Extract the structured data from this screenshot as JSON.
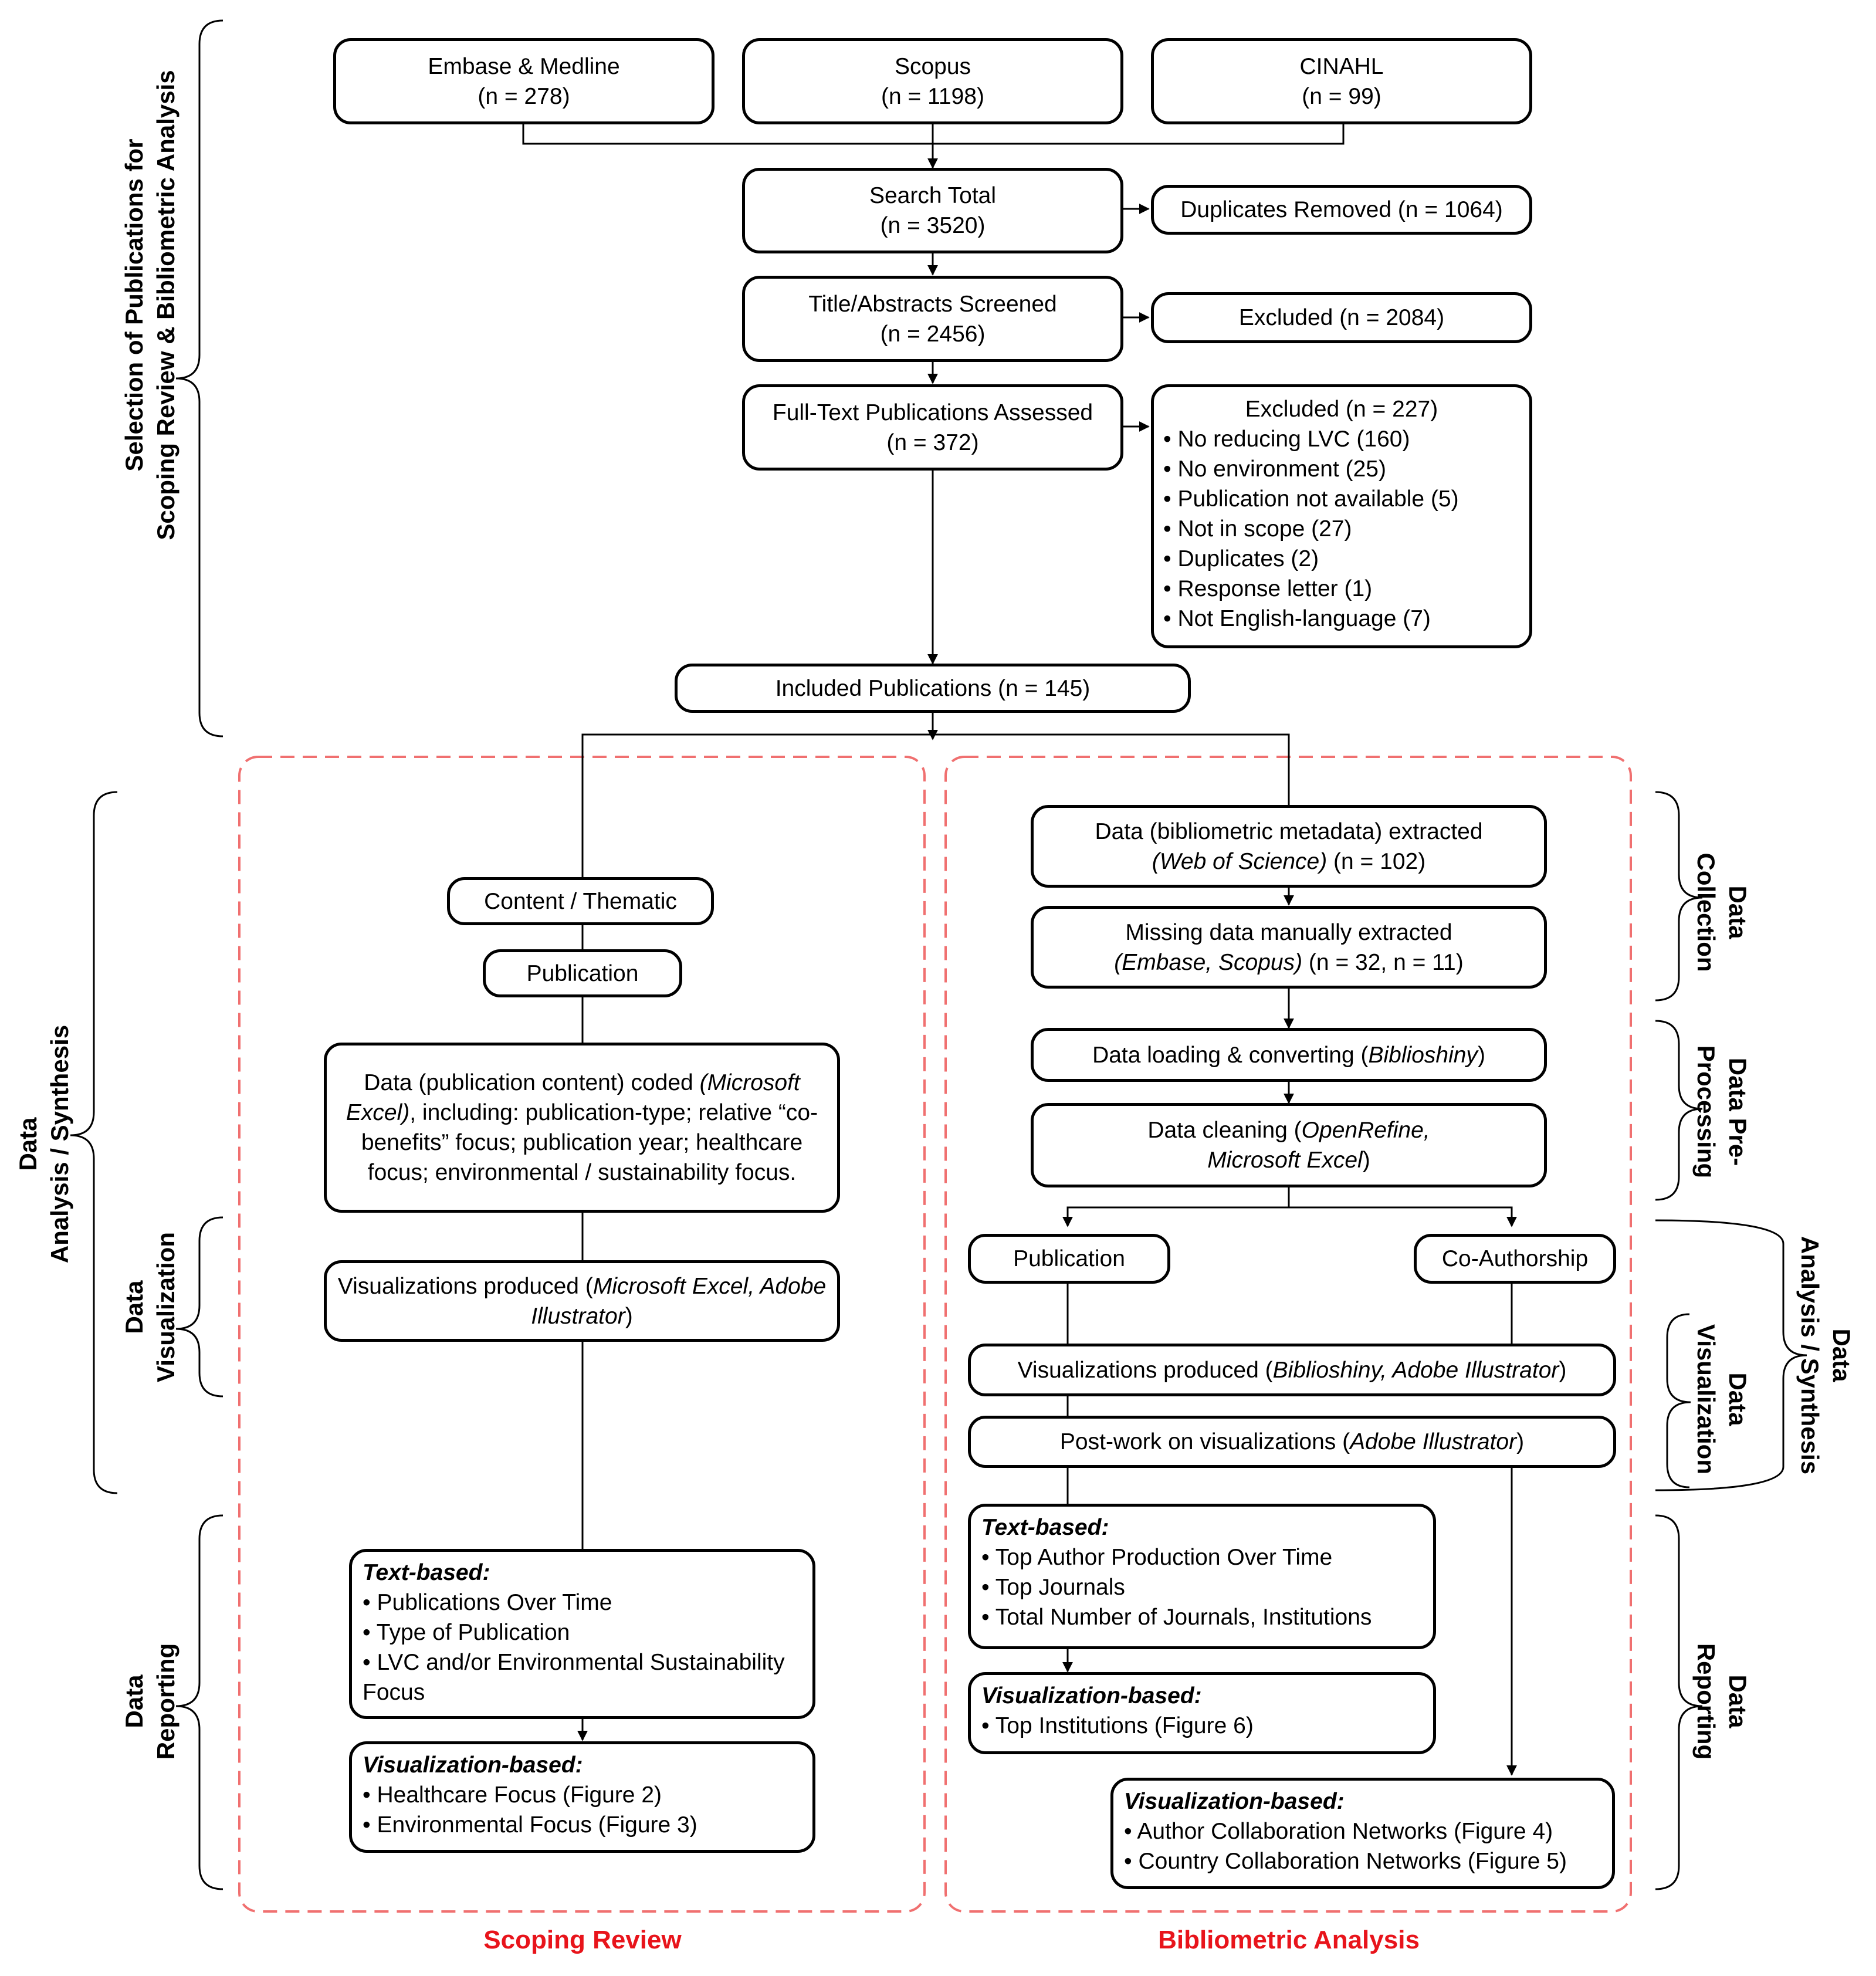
{
  "sources": {
    "embase": {
      "name": "Embase & Medline",
      "n": "(n = 278)"
    },
    "scopus": {
      "name": "Scopus",
      "n": "(n = 1198)"
    },
    "cinahl": {
      "name": "CINAHL",
      "n": "(n = 99)"
    }
  },
  "search_total": {
    "title": "Search Total",
    "n": "(n = 3520)"
  },
  "duplicates_removed": "Duplicates Removed (n = 1064)",
  "title_abstracts": {
    "title": "Title/Abstracts Screened",
    "n": "(n = 2456)"
  },
  "excluded_screen": "Excluded (n = 2084)",
  "full_text": {
    "title": "Full-Text Publications Assessed",
    "n": "(n = 372)"
  },
  "excluded_full": {
    "title": "Excluded (n = 227)",
    "items": [
      "• No reducing LVC (160)",
      "• No environment (25)",
      "• Publication not available (5)",
      "• Not in scope (27)",
      "• Duplicates (2)",
      "• Response letter (1)",
      "• Not English-language (7)"
    ]
  },
  "included": "Included Publications (n = 145)",
  "scoping": {
    "content": "Content / Thematic",
    "publication": "Publication",
    "coded": {
      "a": "Data (publication content) coded ",
      "b": "(Microsoft Excel)",
      "c": ", including: publication-type; relative “co-benefits” focus; publication year; healthcare focus; environmental / sustainability focus."
    },
    "viz": {
      "a": "Visualizations produced (",
      "b": "Microsoft Excel, Adobe Illustrator",
      "c": ")"
    },
    "text_based": {
      "title": "Text-based:",
      "items": [
        "• Publications Over Time",
        "• Type of Publication",
        "• LVC and/or Environmental Sustainability Focus"
      ]
    },
    "viz_based": {
      "title": "Visualization-based:",
      "items": [
        "• Healthcare Focus (Figure 2)",
        "• Environmental Focus (Figure 3)"
      ]
    }
  },
  "biblio": {
    "extracted": {
      "a": "Data (bibliometric metadata) extracted",
      "b": "(Web of Science)",
      "c": " (n = 102)"
    },
    "missing": {
      "a": "Missing data manually extracted",
      "b": "(Embase, Scopus)",
      "c": " (n = 32, n = 11)"
    },
    "loading": {
      "a": "Data loading & converting (",
      "b": "Biblioshiny",
      "c": ")"
    },
    "cleaning": {
      "a": "Data cleaning (",
      "b": "OpenRefine, Microsoft Excel",
      "c": ")"
    },
    "publication": "Publication",
    "coauthorship": "Co-Authorship",
    "viz": {
      "a": "Visualizations produced (",
      "b": "Biblioshiny, Adobe Illustrator",
      "c": ")"
    },
    "postwork": {
      "a": "Post-work on visualizations (",
      "b": "Adobe Illustrator",
      "c": ")"
    },
    "text_based": {
      "title": "Text-based:",
      "items": [
        "• Top Author Production Over Time",
        "• Top Journals",
        "• Total Number of Journals, Institutions"
      ]
    },
    "viz_based_pub": {
      "title": "Visualization-based:",
      "items": [
        "• Top Institutions (Figure 6)"
      ]
    },
    "viz_based_co": {
      "title": "Visualization-based:",
      "items": [
        "• Author Collaboration Networks (Figure 4)",
        "• Country Collaboration Networks (Figure 5)"
      ]
    }
  },
  "stages": {
    "selection": [
      "Selection of Publications for",
      "Scoping Review & Bibliometric Analysis"
    ],
    "analysis_left": [
      "Data",
      "Analysis / Synthesis"
    ],
    "viz_left": [
      "Data",
      "Visualization"
    ],
    "reporting_left": [
      "Data",
      "Reporting"
    ],
    "collection_right": [
      "Data",
      "Collection"
    ],
    "preproc_right": [
      "Data Pre-",
      "Processing"
    ],
    "analysis_right": [
      "Data",
      "Analysis / Synthesis"
    ],
    "viz_right": [
      "Data",
      "Visualization"
    ],
    "reporting_right": [
      "Data",
      "Reporting"
    ]
  },
  "section_labels": {
    "scoping": "Scoping Review",
    "biblio": "Bibliometric Analysis"
  },
  "colors": {
    "line": "#000000",
    "dashed_border": "#f07070",
    "section_label": "#e8141b"
  }
}
